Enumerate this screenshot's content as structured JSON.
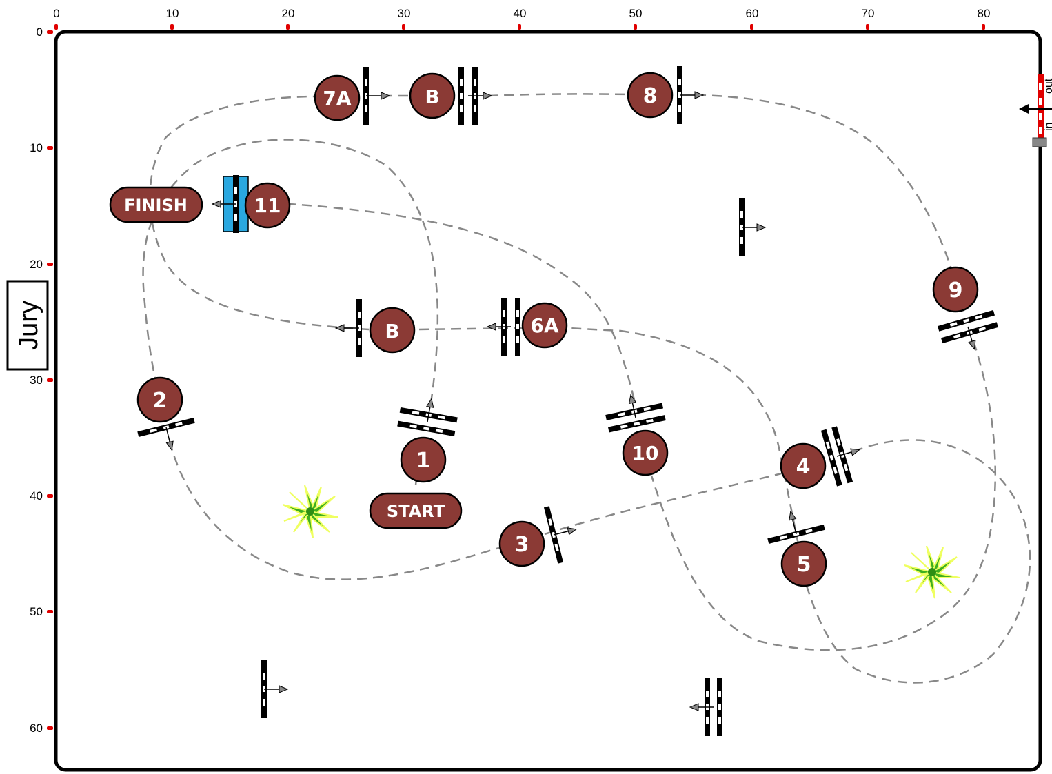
{
  "arena": {
    "x_axis_ticks": [
      "0",
      "10",
      "20",
      "30",
      "40",
      "50",
      "60",
      "70",
      "80"
    ],
    "y_axis_ticks": [
      "0",
      "10",
      "20",
      "30",
      "40",
      "50",
      "60"
    ],
    "side_label": "Jury",
    "gate": {
      "in_label": "in",
      "out_label": "out"
    }
  },
  "markers": {
    "start_label": "START",
    "finish_label": "FINISH",
    "m1": "1",
    "m2": "2",
    "m3": "3",
    "m4": "4",
    "m5": "5",
    "m6a": "6A",
    "b_lower": "B",
    "m7a": "7A",
    "b_upper": "B",
    "m8": "8",
    "m9": "9",
    "m10": "10",
    "m11": "11"
  },
  "colors": {
    "marker_fill": "#8B3A35",
    "water_jump": "#2AA8E0",
    "axis_tick": "#E00000",
    "route_line": "#888888",
    "plant_green": "#3FAF1F"
  }
}
